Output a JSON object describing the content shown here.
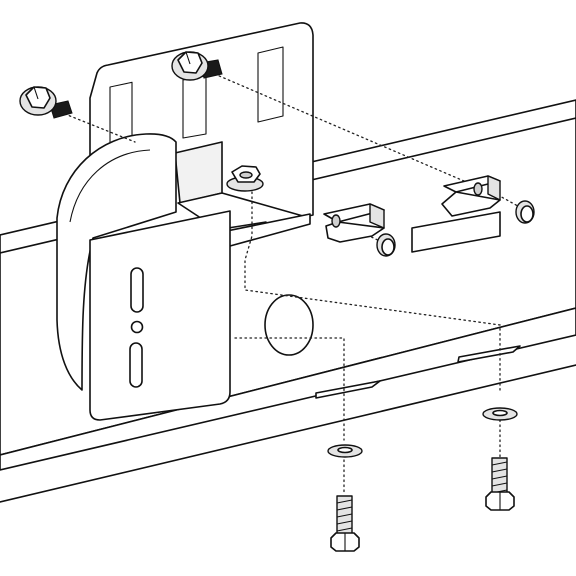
{
  "diagram": {
    "type": "exploded-assembly-illustration",
    "colors": {
      "line": "#111111",
      "fill": "#ffffff",
      "shade": "#e4e4e4"
    },
    "parts": [
      {
        "name": "mounting-bracket",
        "count": 1
      },
      {
        "name": "flange-bolt",
        "count": 2
      },
      {
        "name": "hex-bolt",
        "count": 2
      },
      {
        "name": "flat-washer",
        "count": 2
      },
      {
        "name": "clip-nut",
        "count": 2
      },
      {
        "name": "rivet-cap",
        "count": 2
      },
      {
        "name": "flange-nut",
        "count": 1
      },
      {
        "name": "spacer-plate",
        "count": 1
      }
    ]
  }
}
